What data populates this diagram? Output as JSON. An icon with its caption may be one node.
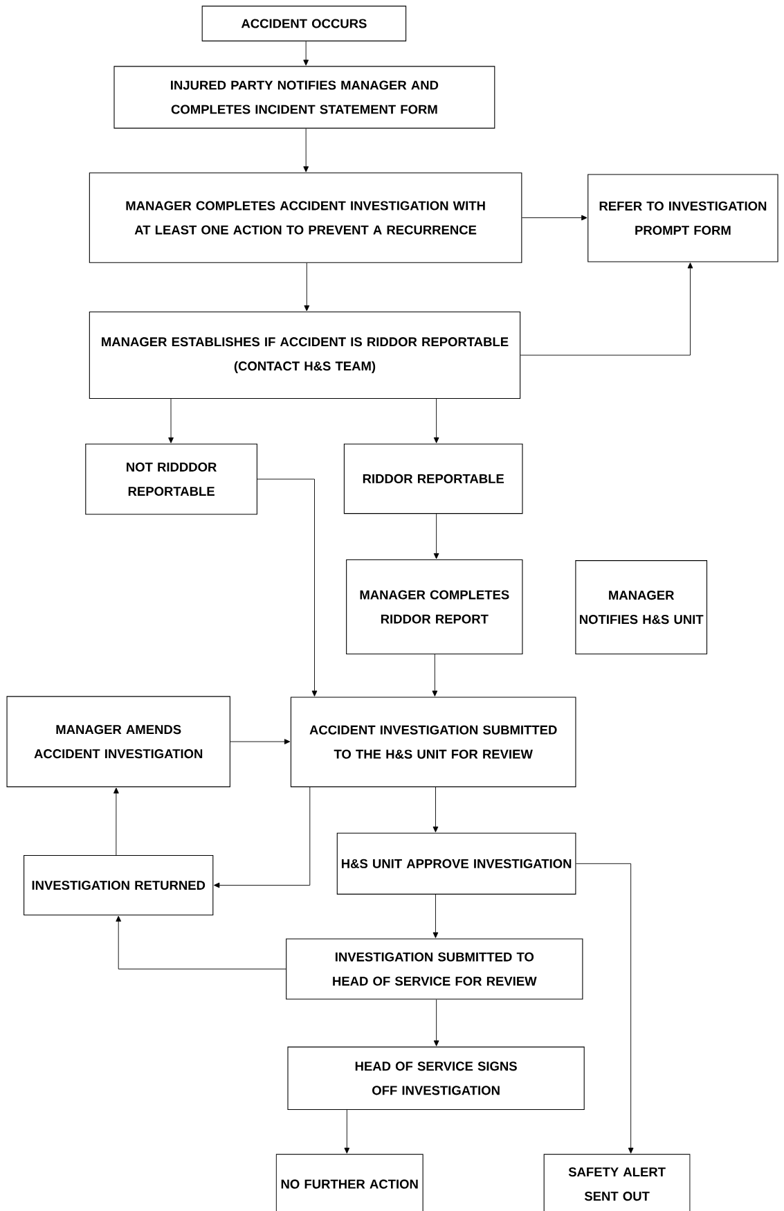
{
  "diagram": {
    "nodes": [
      {
        "text": [
          "ACCIDENT OCCURS"
        ]
      },
      {
        "text": [
          "INJURED PARTY NOTIFIES MANAGER AND COMPLETES INCIDENT STATEMENT FORM"
        ]
      },
      {
        "text": [
          "MANAGER COMPLETES ACCIDENT INVESTIGATION WITH AT LEAST ONE ACTION TO PREVENT A RECURRENCE"
        ]
      },
      {
        "text": [
          "REFER TO INVESTIGATION PROMPT FORM"
        ]
      },
      {
        "text": [
          "MANAGER ESTABLISHES IF ACCIDENT IS RIDDOR REPORTABLE",
          "(CONTACT H&S TEAM)"
        ]
      },
      {
        "text": [
          "NOT RIDDDOR REPORTABLE"
        ]
      },
      {
        "text": [
          "RIDDOR REPORTABLE"
        ]
      },
      {
        "text": [
          "MANAGER COMPLETES RIDDOR REPORT"
        ]
      },
      {
        "text": [
          "MANAGER NOTIFIES H&S UNIT"
        ]
      },
      {
        "text": [
          "MANAGER AMENDS ACCIDENT INVESTIGATION"
        ]
      },
      {
        "text": [
          "ACCIDENT INVESTIGATION SUBMITTED TO THE H&S UNIT FOR REVIEW"
        ]
      },
      {
        "text": [
          "INVESTIGATION RETURNED"
        ]
      },
      {
        "text": [
          "H&S UNIT APPROVE INVESTIGATION"
        ]
      },
      {
        "text": [
          "INVESTIGATION SUBMITTED TO HEAD OF SERVICE FOR REVIEW"
        ]
      },
      {
        "text": [
          "HEAD OF SERVICE SIGNS OFF INVESTIGATION"
        ]
      },
      {
        "text": [
          "NO FURTHER ACTION"
        ]
      },
      {
        "text": [
          "SAFETY ALERT SENT OUT"
        ]
      }
    ],
    "edges": [
      {
        "from": 0,
        "to": 1,
        "arrow": "to"
      },
      {
        "from": 1,
        "to": 2,
        "arrow": "to"
      },
      {
        "from": 2,
        "to": 3,
        "arrow": "to"
      },
      {
        "from": 2,
        "to": 4,
        "arrow": "to"
      },
      {
        "from": 4,
        "to": 3,
        "arrow": "to"
      },
      {
        "from": 4,
        "to": 5,
        "arrow": "to"
      },
      {
        "from": 4,
        "to": 6,
        "arrow": "to"
      },
      {
        "from": 5,
        "to": 10,
        "arrow": "to"
      },
      {
        "from": 6,
        "to": 7,
        "arrow": "to"
      },
      {
        "from": 7,
        "to": 10,
        "arrow": "to"
      },
      {
        "from": 9,
        "to": 10,
        "arrow": "to"
      },
      {
        "from": 11,
        "to": 9,
        "arrow": "to"
      },
      {
        "from": 10,
        "to": 11,
        "arrow": "to"
      },
      {
        "from": 10,
        "to": 12,
        "arrow": "to"
      },
      {
        "from": 12,
        "to": 16,
        "arrow": "to"
      },
      {
        "from": 12,
        "to": 13,
        "arrow": "to"
      },
      {
        "from": 13,
        "to": 11,
        "arrow": "to"
      },
      {
        "from": 13,
        "to": 14,
        "arrow": "to"
      },
      {
        "from": 14,
        "to": 15,
        "arrow": "to"
      }
    ]
  }
}
